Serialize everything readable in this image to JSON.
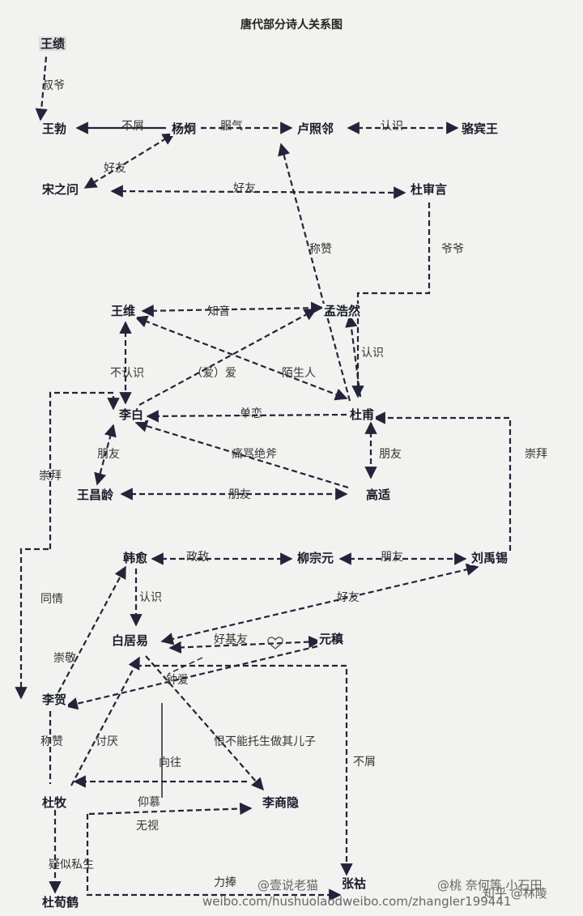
{
  "title": "唐代部分诗人关系图",
  "nodes": {
    "wang_ji": "王绩",
    "wang_bo": "王勃",
    "yang_jiong": "杨炯",
    "lu_zhaolin": "卢照邻",
    "luo_binwang": "骆宾王",
    "song_zhiwen": "宋之问",
    "du_shenyan": "杜审言",
    "wang_wei": "王维",
    "meng_haoran": "孟浩然",
    "li_bai": "李白",
    "du_fu": "杜甫",
    "wang_changling": "王昌龄",
    "gao_shi": "高适",
    "han_yu": "韩愈",
    "liu_zongyuan": "柳宗元",
    "liu_yuxi": "刘禹锡",
    "bai_juyi": "白居易",
    "yuan_zhen": "元稹",
    "li_he": "李贺",
    "du_mu": "杜牧",
    "li_shangyin": "李商隐",
    "du_xunhe": "杜荀鹤",
    "zhang_hu": "张祜"
  },
  "labels": {
    "shuye": "叔爷",
    "buxie": "不屑",
    "fuqi": "服气",
    "renshi1": "认识",
    "haoyou1": "好友",
    "haoyou2": "好友",
    "yeye": "爷爷",
    "chengzan": "称赞",
    "zhiyin": "知音",
    "renshi2": "认识",
    "burenshi": "不认识",
    "ai": "（爱）爱",
    "moshengren": "陌生人",
    "danlian": "单恋",
    "chongbai1": "崇拜",
    "chongbai2": "崇拜",
    "pengyou1": "朋友",
    "pengyou2": "朋友",
    "pengyou3": "朋友",
    "pengyou4": "朋友",
    "bangji": "痛骂绝斧",
    "zhengdi": "政敌",
    "tongqing": "同情",
    "renshi3": "认识",
    "haoyou3": "好友",
    "haojiyou": "好基友",
    "chongjing": "崇敬",
    "zhongai": "钟爱",
    "chengzan2": "称赞",
    "taoyan": "讨厌",
    "xiangwang": "向往",
    "siyou": "恨不能托生做其儿子",
    "buxie2": "不屑",
    "yangmu": "仰慕",
    "wushi": "无视",
    "lisi": "疑似私生",
    "lijian": "力捧"
  },
  "watermarks": {
    "w1": "@壹说老猫",
    "w2": "@桃 奈何等 小石田",
    "w3": "知乎 @林陵",
    "u1": "weibo.com/hushuolaodweibo.com/zhangler199441"
  },
  "colors": {
    "line": "#23233a",
    "node": "#1a1a2a"
  }
}
